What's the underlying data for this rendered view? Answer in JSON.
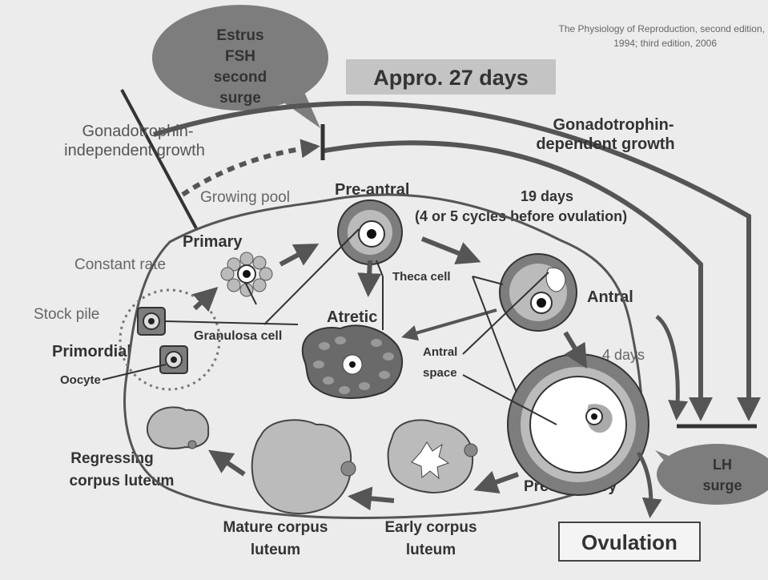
{
  "citation": {
    "line1": "The Physiology of Reproduction, second edition,",
    "line2": "1994; third edition, 2006"
  },
  "header": {
    "cycle_length": "Appro. 27 days"
  },
  "callouts": {
    "estrus_fsh": [
      "Estrus",
      "FSH",
      "second",
      "surge"
    ],
    "lh_surge": [
      "LH",
      "surge"
    ]
  },
  "labels": {
    "gonadotrophin_independent": [
      "Gonadotrophin-",
      "independent growth"
    ],
    "gonadotrophin_dependent": [
      "Gonadotrophin-",
      "dependent growth"
    ],
    "growing_pool": "Growing pool",
    "pre_antral": "Pre-antral",
    "nineteen_days": "19 days",
    "cycles_before": "(4 or 5 cycles before ovulation)",
    "primary": "Primary",
    "constant_rate": "Constant rate",
    "stock_pile": "Stock pile",
    "primordial": "Primordial",
    "oocyte": "Oocyte",
    "granulosa_cell": "Granulosa cell",
    "atretic": "Atretic",
    "theca_cell": "Theca cell",
    "antral": "Antral",
    "antral_space": [
      "Antral",
      "space"
    ],
    "four_days": "4  days",
    "regressing_cl": [
      "Regressing",
      "corpus luteum"
    ],
    "mature_cl": [
      "Mature corpus",
      "luteum"
    ],
    "early_cl": [
      "Early corpus",
      "luteum"
    ],
    "preovulatory": "Preovulatory",
    "ovulation": "Ovulation"
  },
  "colors": {
    "background": "#ececec",
    "callout_fill": "#7d7d7d",
    "banner_fill": "#c4c4c4",
    "arrow": "#555555",
    "dark_line": "#333333"
  }
}
